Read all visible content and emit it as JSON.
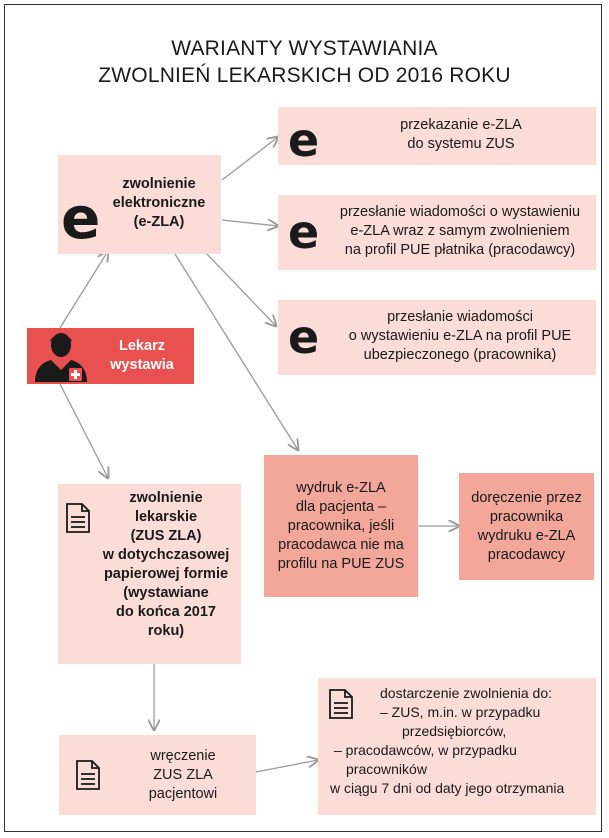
{
  "title": {
    "line1": "WARIANTY WYSTAWIANIA",
    "line2": "ZWOLNIEŃ LEKARSKICH OD 2016 ROKU"
  },
  "nodes": {
    "ezla": {
      "icon": "e",
      "lines": [
        "zwolnienie",
        "elektroniczne",
        "(e-ZLA)"
      ]
    },
    "doctor": {
      "icon": "doctor-icon",
      "lines": [
        "Lekarz",
        "wystawia"
      ]
    },
    "paper": {
      "icon": "document-icon",
      "lines": [
        "zwolnienie",
        "lekarskie",
        "(ZUS ZLA)",
        "w dotychczasowej",
        "papierowej formie",
        "(wystawiane",
        "do końca 2017 roku)"
      ]
    },
    "zus": {
      "icon": "e",
      "lines": [
        "przekazanie e-ZLA",
        "do systemu ZUS"
      ]
    },
    "employer": {
      "icon": "e",
      "lines": [
        "przesłanie wiadomości o wystawieniu",
        "e-ZLA wraz z samym zwolnieniem",
        "na profil PUE płatnika (pracodawcy)"
      ]
    },
    "insured": {
      "icon": "e",
      "lines": [
        "przesłanie wiadomości",
        "o wystawieniu e-ZLA na profil PUE",
        "ubezpieczonego (pracownika)"
      ]
    },
    "printout": {
      "lines": [
        "wydruk e-ZLA",
        "dla pacjenta –",
        "pracownika, jeśli",
        "pracodawca nie ma",
        "profilu na PUE ZUS"
      ]
    },
    "delivery": {
      "lines": [
        "doręczenie przez",
        "pracownika",
        "wydruku e-ZLA",
        "pracodawcy"
      ]
    },
    "handover": {
      "icon": "document-icon",
      "lines": [
        "wręczenie",
        "ZUS ZLA",
        "pacjentowi"
      ]
    },
    "deliver_to": {
      "icon": "document-icon",
      "lines": [
        "dostarczenie zwolnienia do:",
        "– ZUS, m.in. w przypadku",
        "przedsiębiorców,",
        "– pracodawców, w przypadku",
        "pracowników",
        "w ciągu 7 dni od daty jego otrzymania"
      ]
    }
  },
  "colors": {
    "light_box": "#fbdcd6",
    "mid_box": "#f3a69a",
    "doctor_box": "#e8514f",
    "arrow": "#9a9a9a"
  }
}
